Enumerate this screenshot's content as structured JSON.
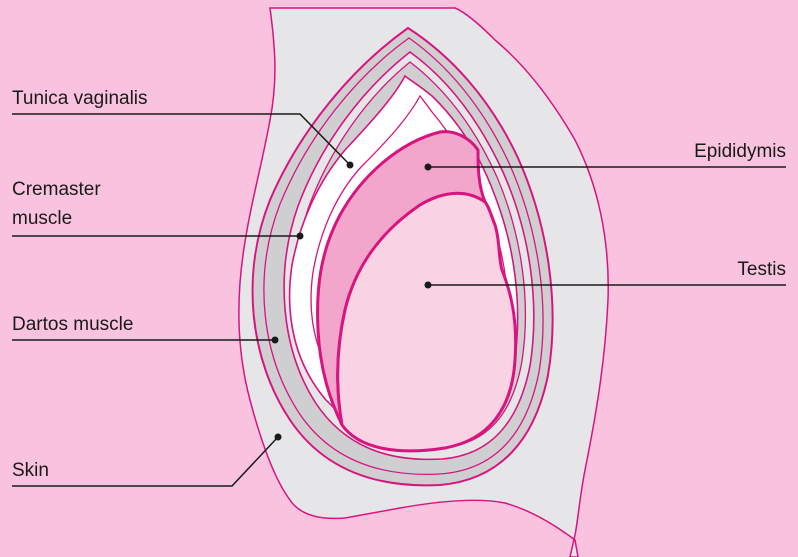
{
  "colors": {
    "background": "#f9c3df",
    "skin_fill": "#e6e6e8",
    "muscle_fill": "#cfcfd1",
    "membrane_stroke": "#d9147f",
    "epididymis_fill": "#f3a6cb",
    "testis_fill": "#f9d3e4",
    "leader_line": "#1a1a1a"
  },
  "labels": {
    "tunica_vaginalis": "Tunica vaginalis",
    "cremaster_line1": "Cremaster",
    "cremaster_line2": "muscle",
    "dartos": "Dartos muscle",
    "skin": "Skin",
    "epididymis": "Epididymis",
    "testis": "Testis"
  }
}
